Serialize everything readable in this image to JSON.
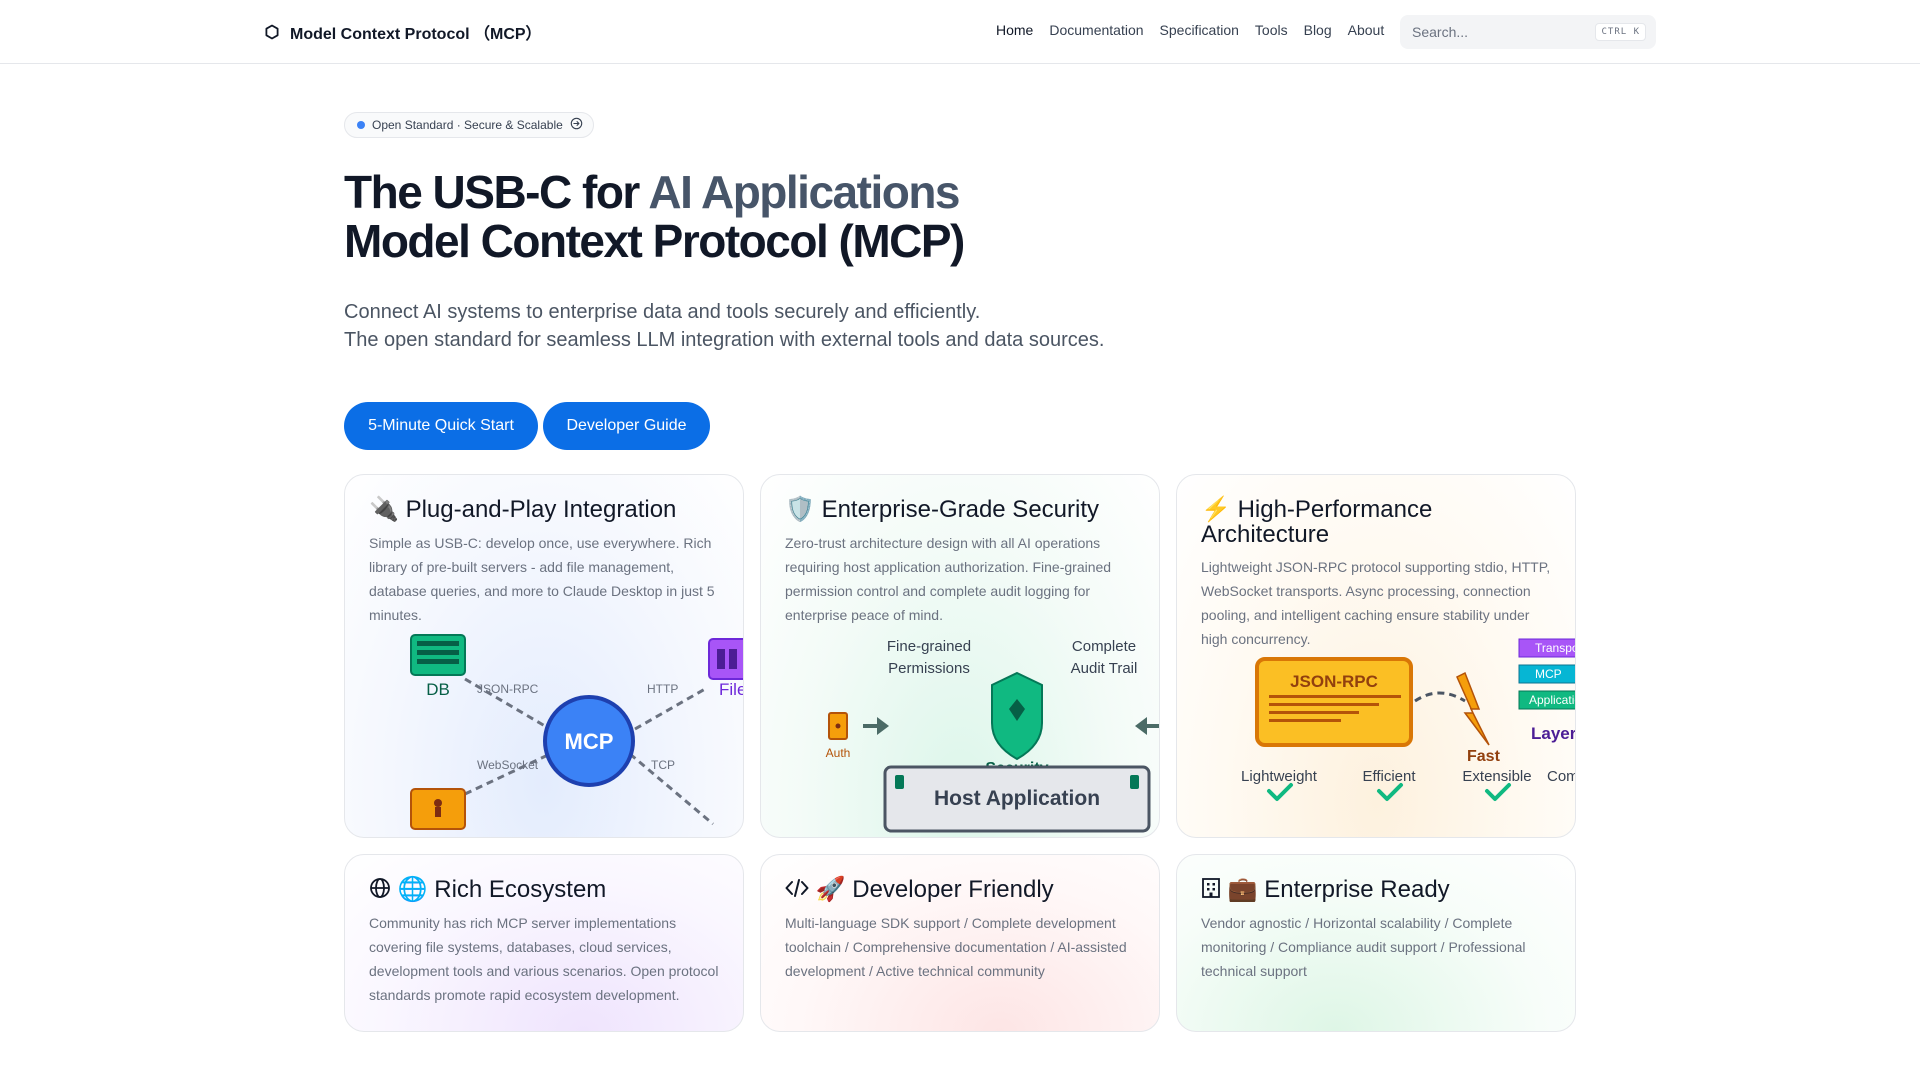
{
  "navbar": {
    "brand": "Model Context Protocol （MCP）",
    "links": [
      {
        "label": "Home",
        "active": true
      },
      {
        "label": "Documentation"
      },
      {
        "label": "Specification"
      },
      {
        "label": "Tools"
      },
      {
        "label": "Blog"
      },
      {
        "label": "About"
      }
    ],
    "search": {
      "placeholder": "Search...",
      "shortcut": "CTRL K"
    }
  },
  "hero": {
    "badge": "Open Standard · Secure & Scalable",
    "title_line1_a": "The USB-C for ",
    "title_line1_b": "AI Applications",
    "title_line2": "Model Context Protocol (MCP)",
    "subtitle_line1": "Connect AI systems to enterprise data and tools securely and efficiently.",
    "subtitle_line2": "The open standard for seamless LLM integration with external tools and data sources.",
    "cta_primary": "5-Minute Quick Start",
    "cta_secondary": "Developer Guide"
  },
  "features": [
    {
      "emoji": "🔌",
      "title": "Plug-and-Play Integration",
      "description": "Simple as USB-C: develop once, use everywhere. Rich library of pre-built servers - add file management, database queries, and more to Claude Desktop in just 5 minutes.",
      "illustration": {
        "hub": "MCP",
        "db": "DB",
        "files": "Files",
        "edges": [
          "JSON-RPC",
          "HTTP",
          "WebSocket",
          "TCP"
        ]
      }
    },
    {
      "emoji": "🛡️",
      "title": "Enterprise-Grade Security",
      "description": "Zero-trust architecture design with all AI operations requiring host application authorization. Fine-grained permission control and complete audit logging for enterprise peace of mind.",
      "illustration": {
        "label_left_1": "Fine-grained",
        "label_left_2": "Permissions",
        "label_right_1": "Complete",
        "label_right_2": "Audit Trail",
        "auth": "Auth",
        "security": "Security",
        "host": "Host Application"
      }
    },
    {
      "emoji": "⚡",
      "title": "High-Performance Architecture",
      "description": "Lightweight JSON-RPC protocol supporting stdio, HTTP, WebSocket transports. Async processing, connection pooling, and intelligent caching ensure stability under high concurrency.",
      "illustration": {
        "block": "JSON-RPC",
        "fast": "Fast",
        "layers_label": "Layers",
        "layers": [
          "Transport",
          "MCP",
          "Application"
        ],
        "checks": [
          "Lightweight",
          "Efficient",
          "Extensible",
          "Compatible"
        ]
      }
    },
    {
      "emoji": "🌐",
      "title": "Rich Ecosystem",
      "description": "Community has rich MCP server implementations covering file systems, databases, cloud services, development tools and various scenarios. Open protocol standards promote rapid ecosystem development."
    },
    {
      "emoji": "🚀",
      "title": "Developer Friendly",
      "description": "Multi-language SDK support / Complete development toolchain / Comprehensive documentation / AI-assisted development / Active technical community"
    },
    {
      "emoji": "💼",
      "title": "Enterprise Ready",
      "description": "Vendor agnostic / Horizontal scalability / Complete monitoring / Compliance audit support / Professional technical support"
    }
  ],
  "colors": {
    "primary": "#0b6ee6",
    "hub": "#3b82f6",
    "green": "#10b981",
    "orange": "#f59e0b",
    "purple": "#7c3aed",
    "cyan": "#06b6d4"
  }
}
